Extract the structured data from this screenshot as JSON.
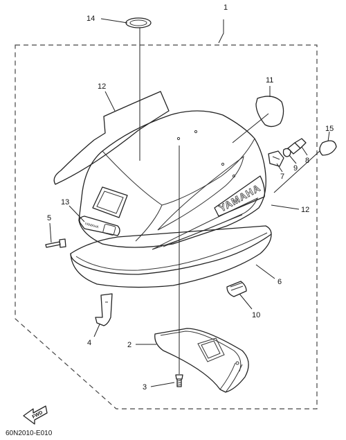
{
  "diagram": {
    "drawing_code": "60N2010-E010",
    "fwd_label": "FWD",
    "brand_text": "YAMAHA",
    "part_numbers": [
      "1",
      "2",
      "3",
      "4",
      "5",
      "6",
      "7",
      "8",
      "9",
      "10",
      "11",
      "12",
      "12",
      "13",
      "14",
      "15"
    ]
  }
}
